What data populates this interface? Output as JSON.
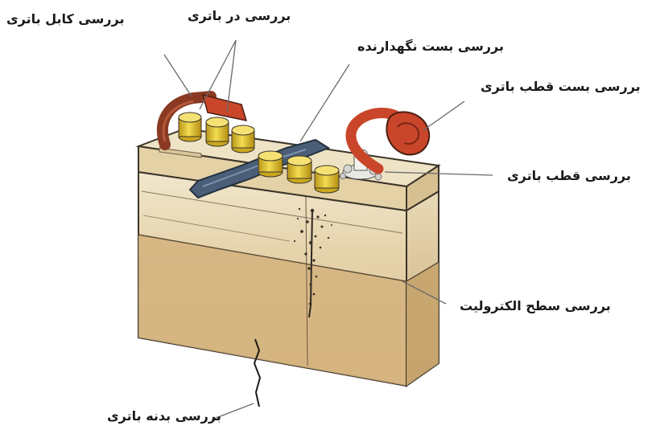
{
  "labels": {
    "battery_cable": "بررسی کابل باتری",
    "battery_cap": "بررسی در باتری",
    "hold_down_clamp": "بررسی بست نگهدارنده",
    "terminal_clamp": "بررسی بست قطب باتری",
    "battery_terminal": "بررسی قطب باتری",
    "electrolyte_level": "بررسی سطح الکترولیت",
    "battery_case": "بررسی بدنه باتری"
  },
  "colors": {
    "case_fill": "#dcc498",
    "case_side": "#cdb080",
    "lid_fill": "#ece0c0",
    "cap_yellow": "#e7c930",
    "cable_red": "#c9462a",
    "cable_brown": "#8a3a22",
    "strap_blue": "#4a5e78",
    "electrolyte": "#d2b280",
    "leader_line": "#6a6a6a",
    "corrosion": "#3a3226"
  }
}
